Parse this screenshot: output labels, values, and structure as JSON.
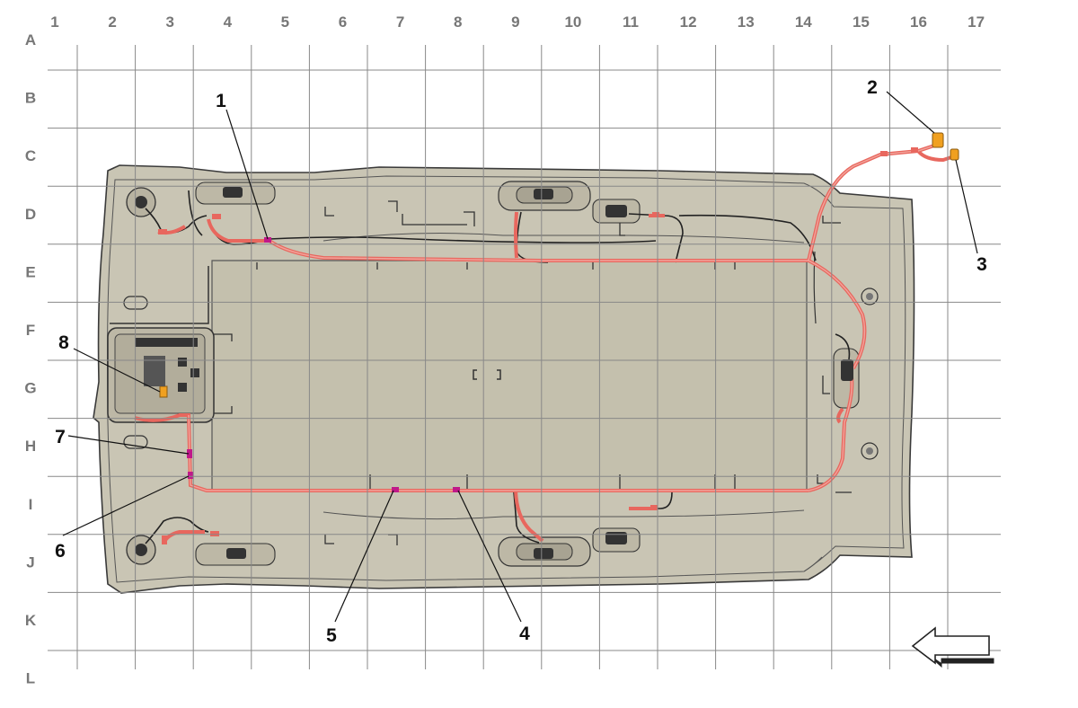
{
  "grid": {
    "columns": [
      "1",
      "2",
      "3",
      "4",
      "5",
      "6",
      "7",
      "8",
      "9",
      "10",
      "11",
      "12",
      "13",
      "14",
      "15",
      "16",
      "17"
    ],
    "rows": [
      "A",
      "B",
      "C",
      "D",
      "E",
      "F",
      "G",
      "H",
      "I",
      "J",
      "K",
      "L"
    ]
  },
  "callouts": [
    "1",
    "2",
    "3",
    "4",
    "5",
    "6",
    "7",
    "8"
  ],
  "colors": {
    "panel": "#c9c5b4",
    "panel_edge": "#3a3a3a",
    "grid": "#888888",
    "wire": "#e8675e",
    "wire_core": "#f2a49c",
    "connector": "#f0a020",
    "magenta_tag": "#c0188a"
  },
  "icons": [
    "direction-arrow-icon"
  ]
}
